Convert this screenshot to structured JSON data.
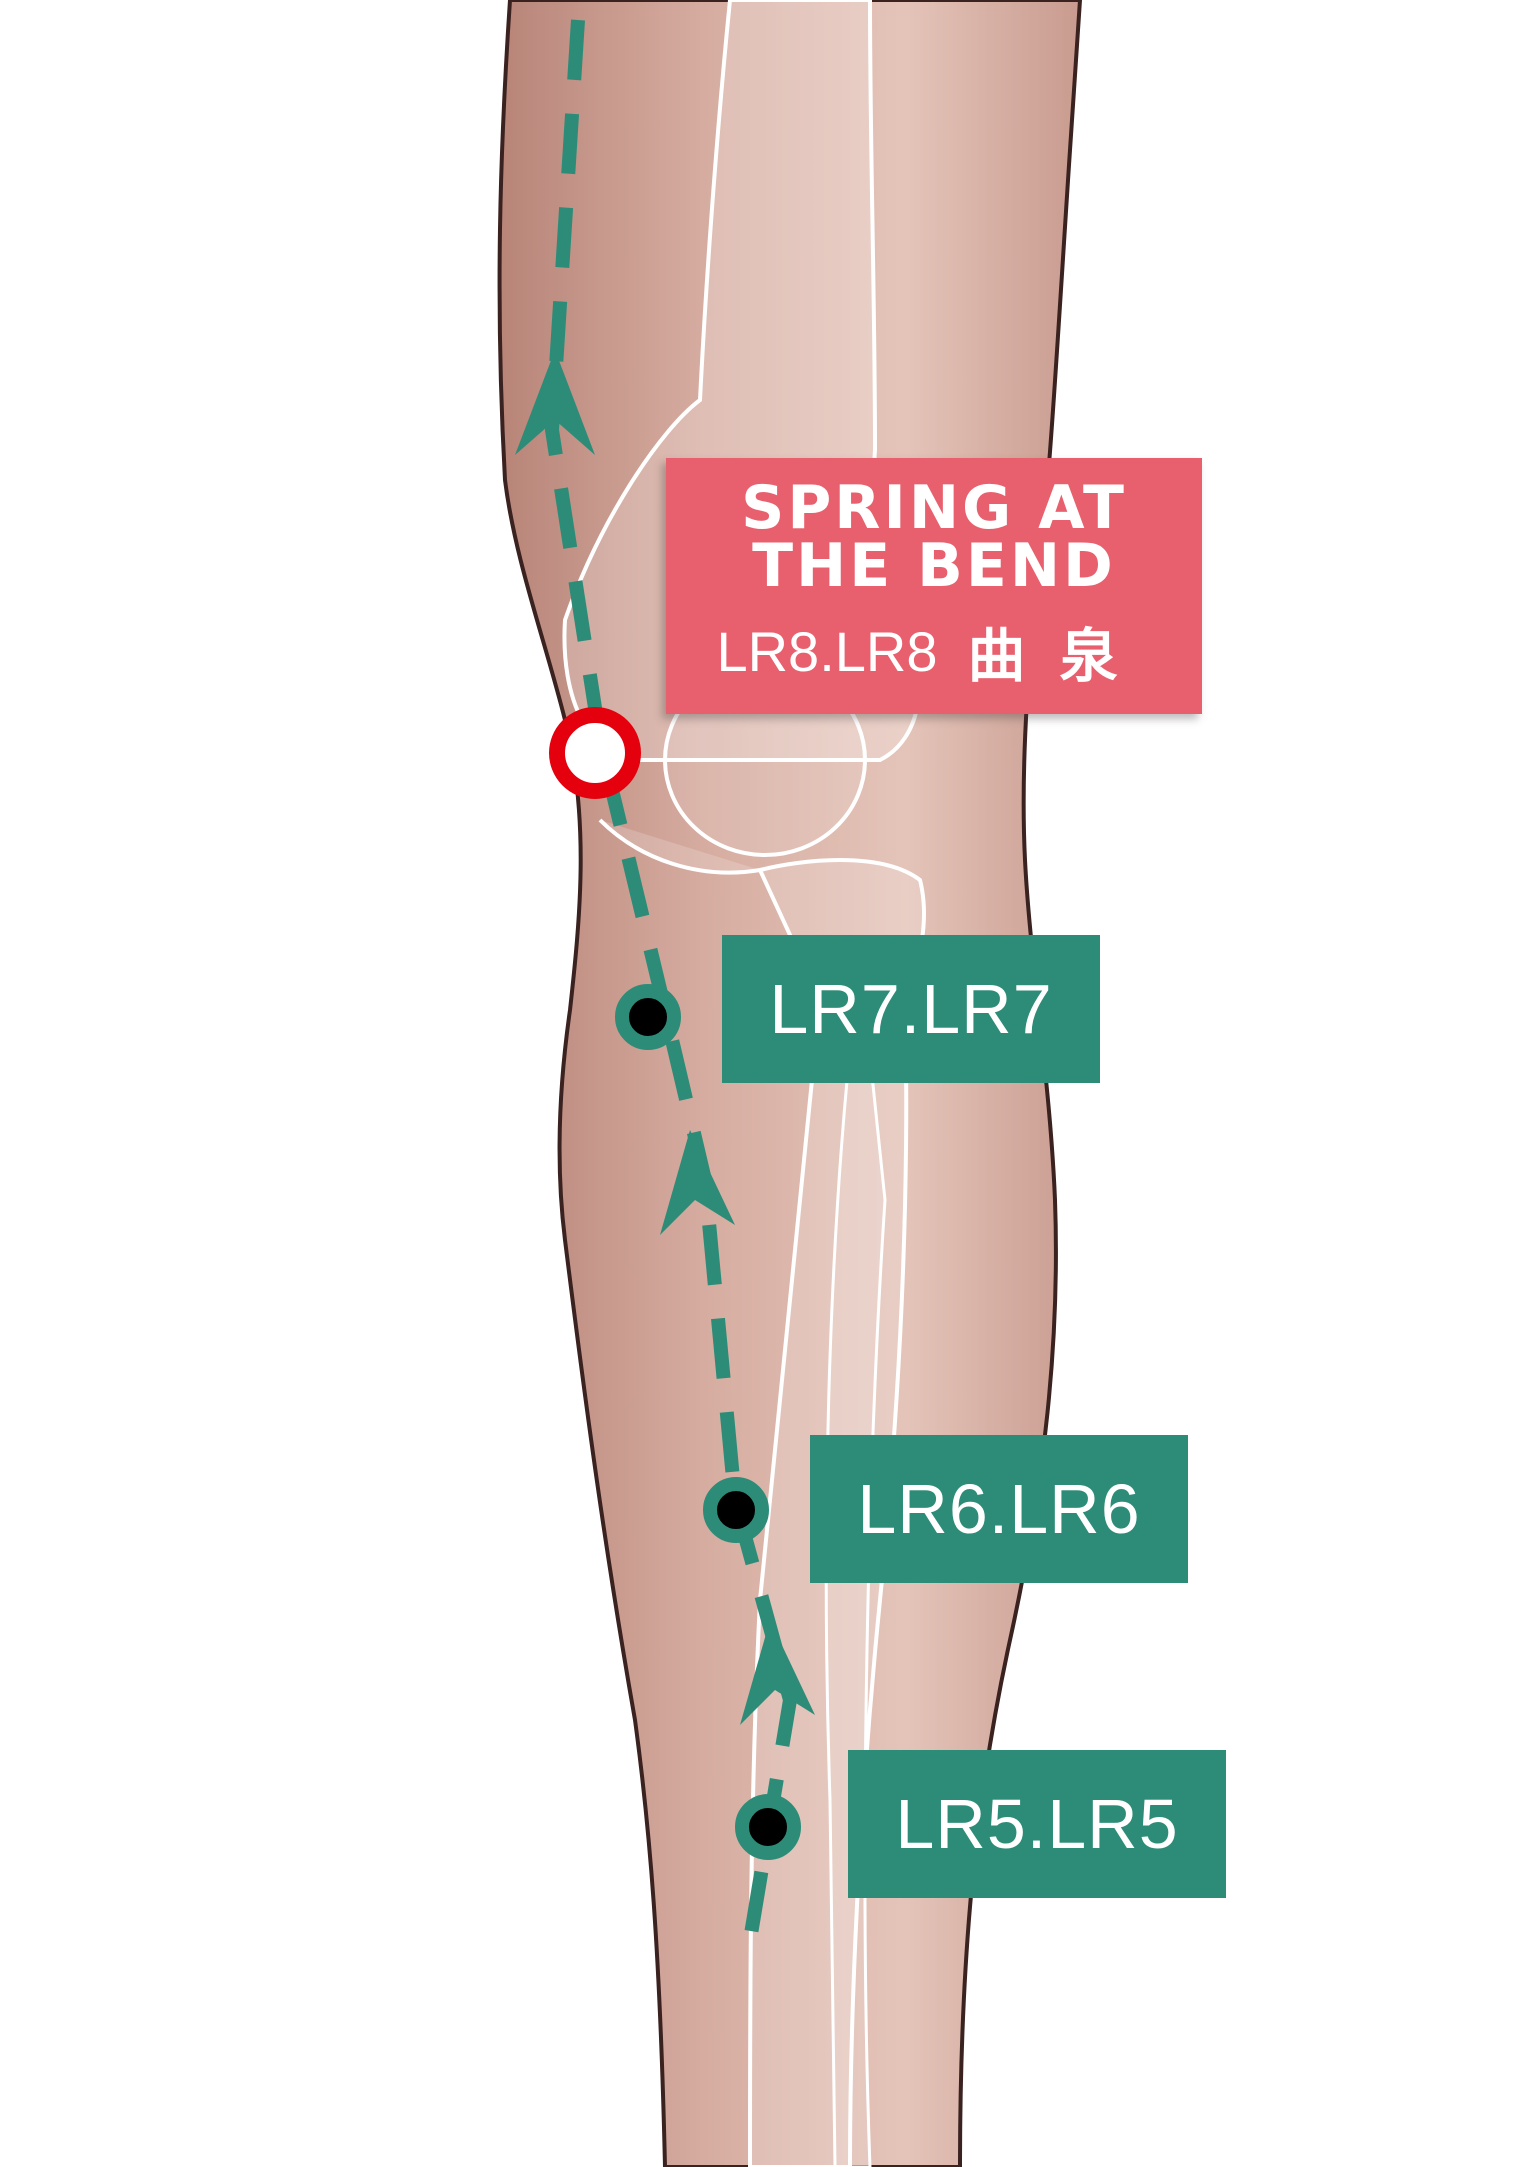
{
  "diagram": {
    "subject": "Liver meridian points on the lower leg and knee",
    "accent_green": "#2d8c78",
    "accent_red": "#e8606e",
    "points": [
      {
        "id": "LR8",
        "label": "LR8.LR8",
        "name": "SPRING AT THE BEND",
        "chinese": "曲泉",
        "highlighted": true
      },
      {
        "id": "LR7",
        "label": "LR7.LR7",
        "highlighted": false
      },
      {
        "id": "LR6",
        "label": "LR6.LR6",
        "highlighted": false
      },
      {
        "id": "LR5",
        "label": "LR5.LR5",
        "highlighted": false
      }
    ],
    "icons": {
      "flow_arrow": "arrowhead-up-icon",
      "point_marker": "acupoint-dot-icon",
      "highlight_marker": "acupoint-ring-icon"
    }
  }
}
